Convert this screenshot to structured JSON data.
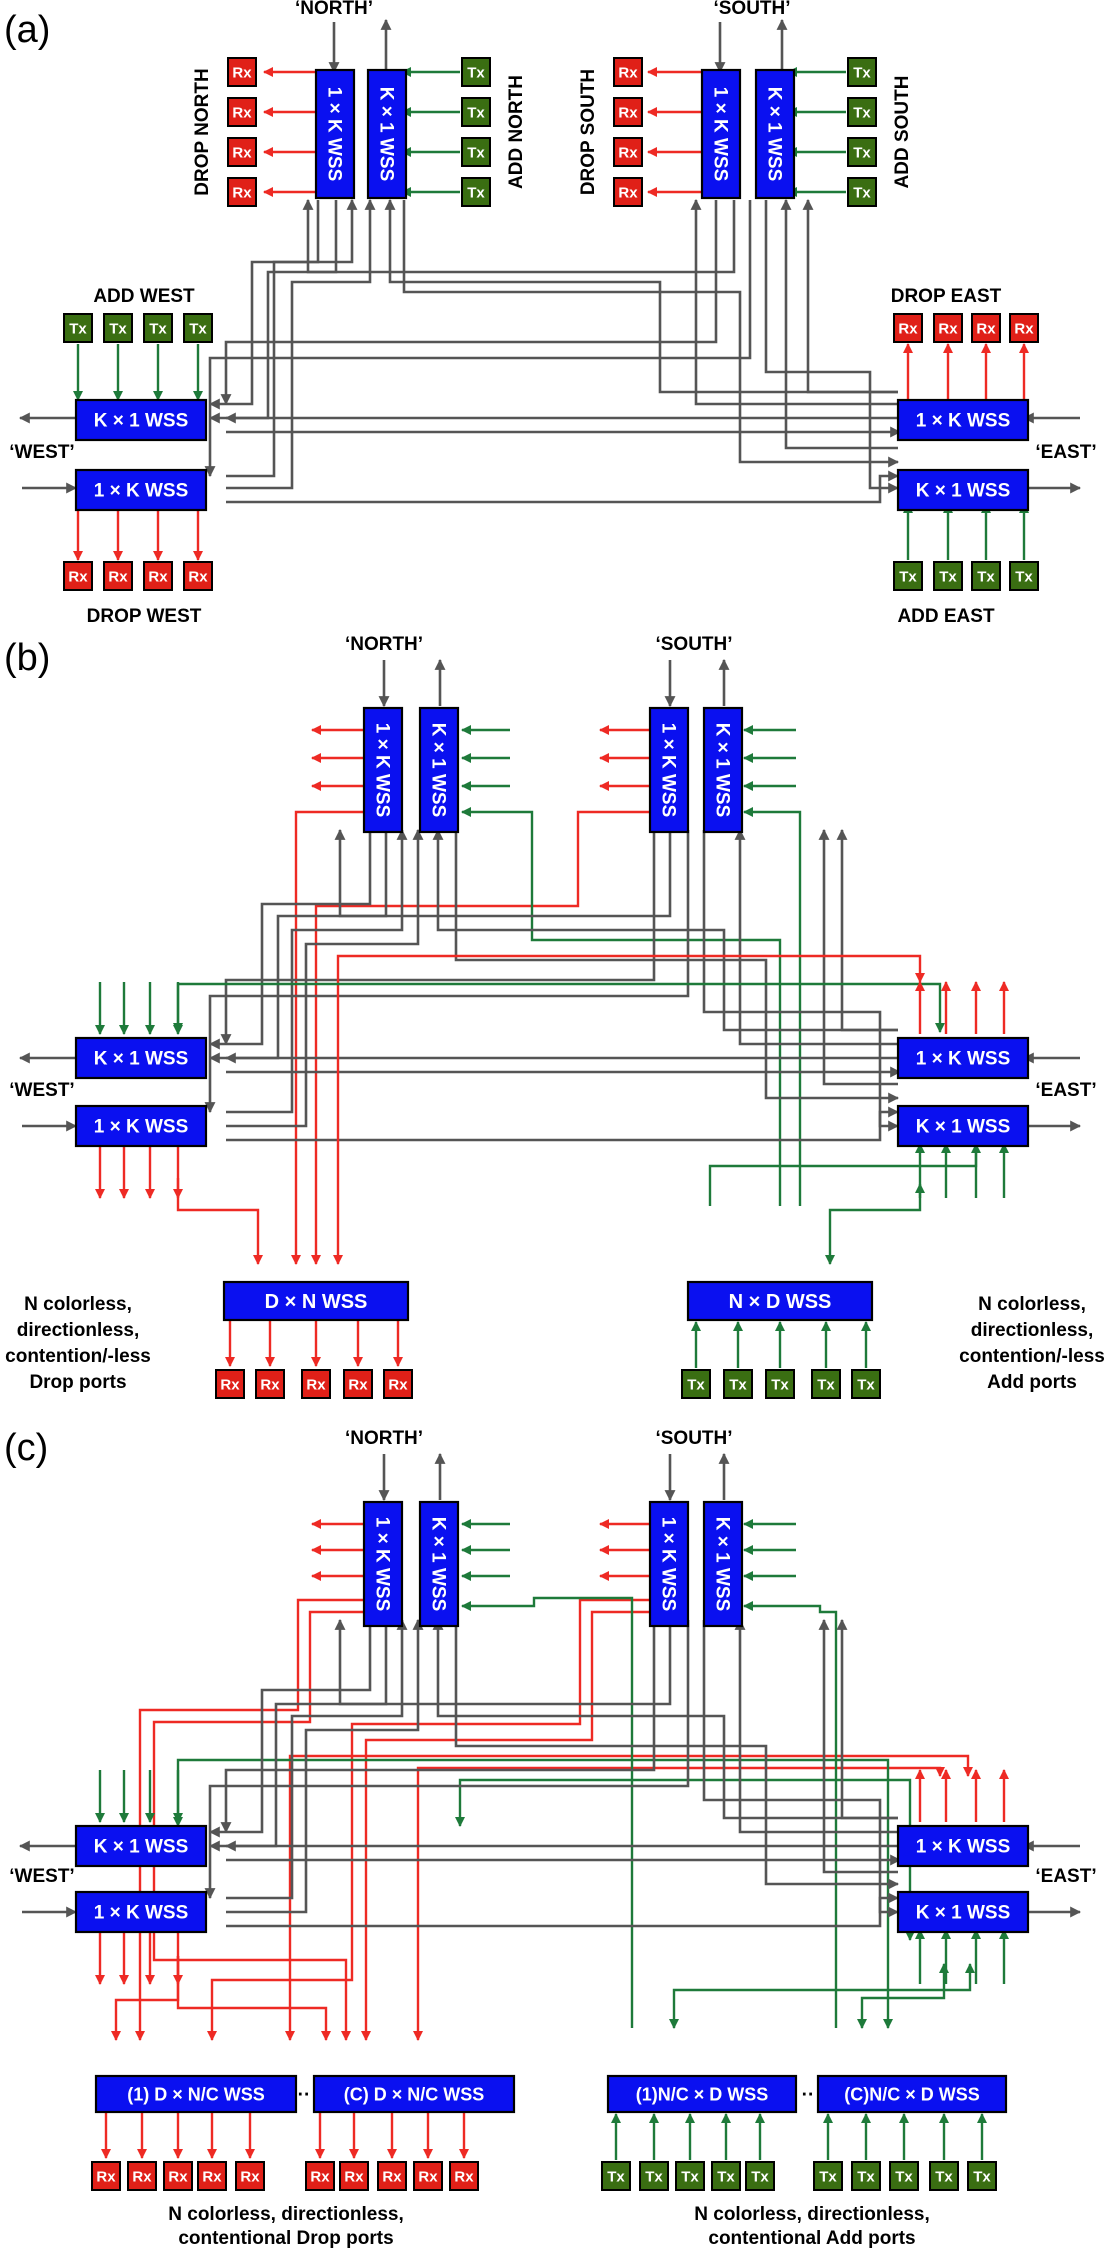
{
  "colors": {
    "wss_fill": "#0a10f0",
    "wss_border": "#000000",
    "rx_fill": "#e02018",
    "tx_fill": "#3a6e12",
    "drop_line": "#ee2a24",
    "add_line": "#1e7a3a",
    "trunk_line": "#555555"
  },
  "panels": {
    "a": {
      "label": "(a)",
      "north_label": "‘NORTH’",
      "south_label": "‘SOUTH’",
      "west_label": "‘WEST’",
      "east_label": "‘EAST’",
      "drop_north": "DROP NORTH",
      "add_north": "ADD NORTH",
      "drop_south": "DROP SOUTH",
      "add_south": "ADD SOUTH",
      "add_west": "ADD WEST",
      "drop_west": "DROP WEST",
      "drop_east": "DROP EAST",
      "add_east": "ADD EAST",
      "wss_1xk": "1 × K WSS",
      "wss_kx1": "K × 1 WSS"
    },
    "b": {
      "label": "(b)",
      "north_label": "‘NORTH’",
      "south_label": "‘SOUTH’",
      "west_label": "‘WEST’",
      "east_label": "‘EAST’",
      "wss_1xk": "1 × K WSS",
      "wss_kx1": "K × 1 WSS",
      "drop_wss": "D × N WSS",
      "add_wss": "N × D WSS",
      "drop_note": [
        "N colorless,",
        "directionless,",
        "contention/-less",
        "Drop ports"
      ],
      "add_note": [
        "N colorless,",
        "directionless,",
        "contention/-less",
        "Add ports"
      ]
    },
    "c": {
      "label": "(c)",
      "north_label": "‘NORTH’",
      "south_label": "‘SOUTH’",
      "west_label": "‘WEST’",
      "east_label": "‘EAST’",
      "wss_1xk": "1 × K WSS",
      "wss_kx1": "K × 1 WSS",
      "drop_wss_1": "(1) D × N/C WSS",
      "drop_wss_c": "(C) D × N/C WSS",
      "add_wss_1": "(1)N/C × D WSS",
      "add_wss_c": "(C)N/C × D WSS",
      "ellipsis": "··",
      "drop_note": [
        "N colorless, directionless,",
        "contentional Drop ports"
      ],
      "add_note": [
        "N colorless, directionless,",
        "contentional Add ports"
      ]
    }
  },
  "rx_label": "Rx",
  "tx_label": "Tx"
}
